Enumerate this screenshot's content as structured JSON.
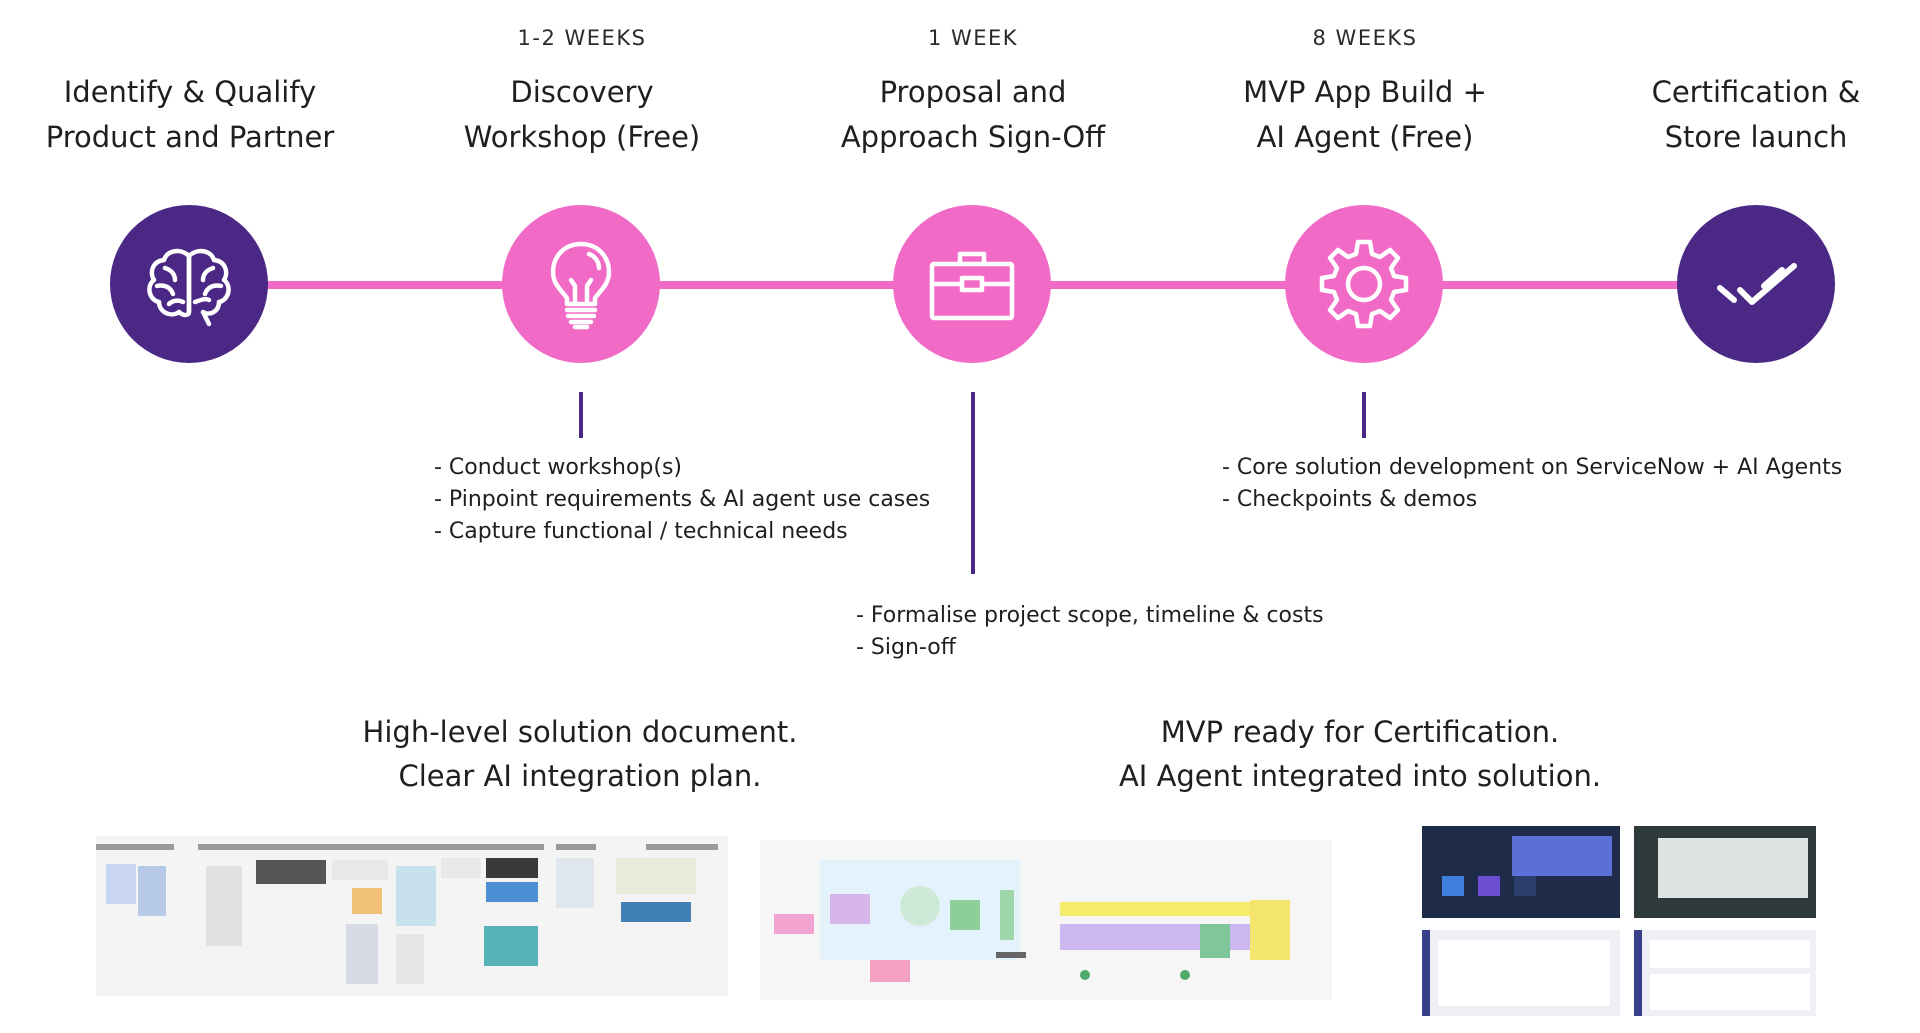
{
  "colors": {
    "purple": "#4b2885",
    "pink": "#f06ac6",
    "connector": "#f06ac6",
    "text": "#1f1f1f"
  },
  "phases": [
    {
      "duration": "",
      "title": "Identify & Qualify\nProduct and Partner",
      "icon": "brain-icon",
      "color": "#4b2885"
    },
    {
      "duration": "1-2 WEEKS",
      "title": "Discovery\nWorkshop (Free)",
      "icon": "lightbulb-icon",
      "color": "#f06ac6"
    },
    {
      "duration": "1 WEEK",
      "title": "Proposal and\nApproach Sign-Off",
      "icon": "briefcase-icon",
      "color": "#f06ac6"
    },
    {
      "duration": "8 WEEKS",
      "title": "MVP App Build +\nAI Agent (Free)",
      "icon": "gear-icon",
      "color": "#f06ac6"
    },
    {
      "duration": "",
      "title": "Certification &\nStore launch",
      "icon": "double-check-icon",
      "color": "#4b2885"
    }
  ],
  "details": {
    "discovery": [
      "- Conduct workshop(s)",
      "- Pinpoint requirements & AI agent use cases",
      "- Capture functional / technical needs"
    ],
    "proposal": [
      "- Formalise project scope, timeline & costs",
      "- Sign-off"
    ],
    "build": [
      "- Core solution development on ServiceNow + AI Agents",
      "- Checkpoints & demos"
    ]
  },
  "outcomes": {
    "discovery": [
      "High-level solution document.",
      "Clear AI integration plan."
    ],
    "build": [
      "MVP ready for Certification.",
      "AI Agent integrated into solution."
    ]
  },
  "thumbnails": [
    {
      "name": "solution-document-board-thumbnail"
    },
    {
      "name": "workshop-whiteboard-thumbnail"
    },
    {
      "name": "mvp-app-screens-thumbnail"
    }
  ]
}
